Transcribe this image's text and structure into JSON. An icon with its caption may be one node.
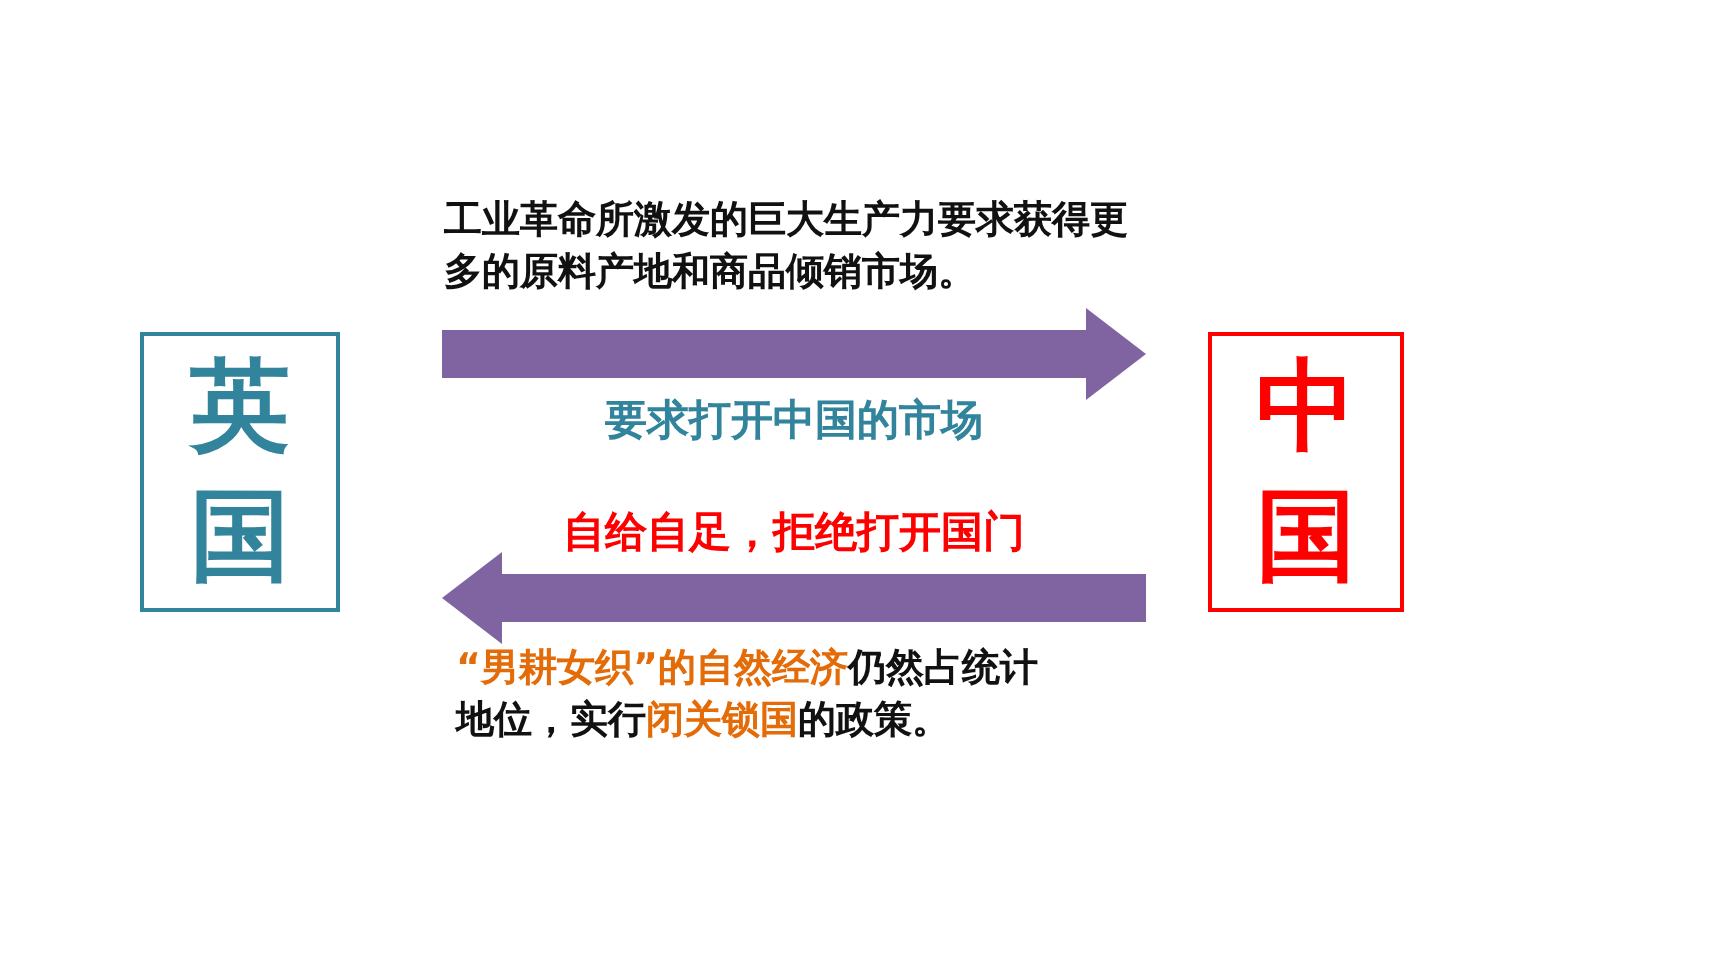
{
  "diagram": {
    "nodes": [
      {
        "text": [
          "英国"
        ]
      },
      {
        "text": [
          "中国"
        ]
      }
    ],
    "edges": [
      {
        "from": 0,
        "to": 1,
        "arrow": "to",
        "label": "要求打开中国的市场"
      },
      {
        "from": 1,
        "to": 0,
        "arrow": "to",
        "label": "自给自足，拒绝打开国门"
      }
    ],
    "labels": [
      "工业革命所激发的巨大生产力要求获得更多的原料产地和商品倾销市场。",
      "**“男耕女织”的自然经济**仍然占统计地位，实行**闭关锁国**的政策。"
    ]
  }
}
